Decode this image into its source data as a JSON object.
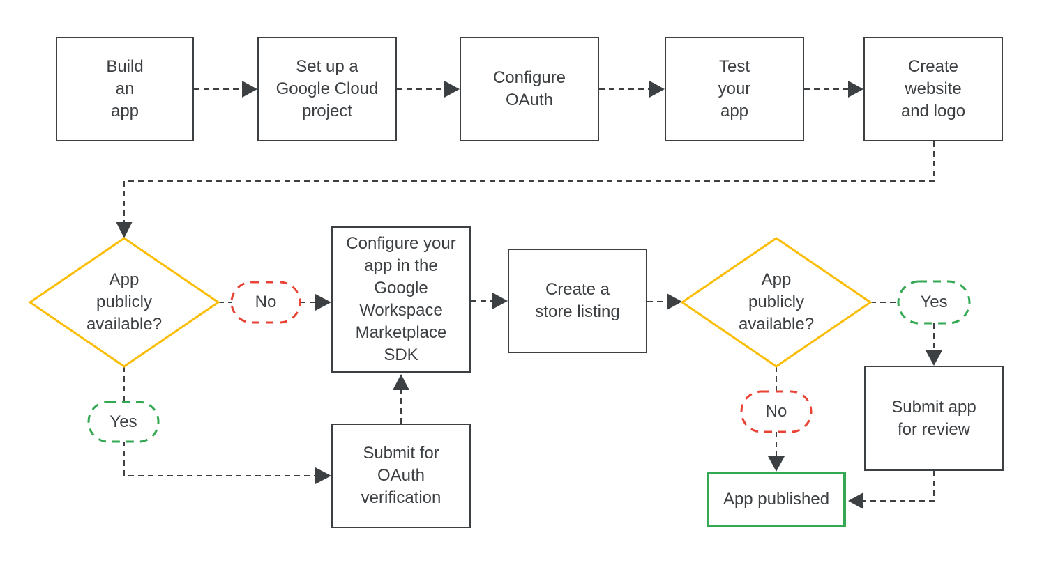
{
  "colors": {
    "outline": "#3C4043",
    "decision": "#FBBC04",
    "yes": "#34A853",
    "no": "#EA4335",
    "text": "#3C4043",
    "bg": "#FFFFFF"
  },
  "nodes": {
    "build_app": {
      "label": "Build\nan\napp"
    },
    "setup_project": {
      "label": "Set up a\nGoogle Cloud\nproject"
    },
    "configure_oauth": {
      "label": "Configure\nOAuth"
    },
    "test_app": {
      "label": "Test\nyour\napp"
    },
    "create_website": {
      "label": "Create\nwebsite\nand logo"
    },
    "decision_left": {
      "label": "App\npublicly\navailable?"
    },
    "configure_sdk": {
      "label": "Configure your\napp in the\nGoogle\nWorkspace\nMarketplace\nSDK"
    },
    "store_listing": {
      "label": "Create a\nstore listing"
    },
    "decision_right": {
      "label": "App\npublicly\navailable?"
    },
    "submit_oauth": {
      "label": "Submit for\nOAuth\nverification"
    },
    "submit_review": {
      "label": "Submit app\nfor review"
    },
    "app_published": {
      "label": "App published"
    }
  },
  "branches": {
    "no_left": {
      "label": "No"
    },
    "yes_left": {
      "label": "Yes"
    },
    "yes_right": {
      "label": "Yes"
    },
    "no_right": {
      "label": "No"
    }
  }
}
